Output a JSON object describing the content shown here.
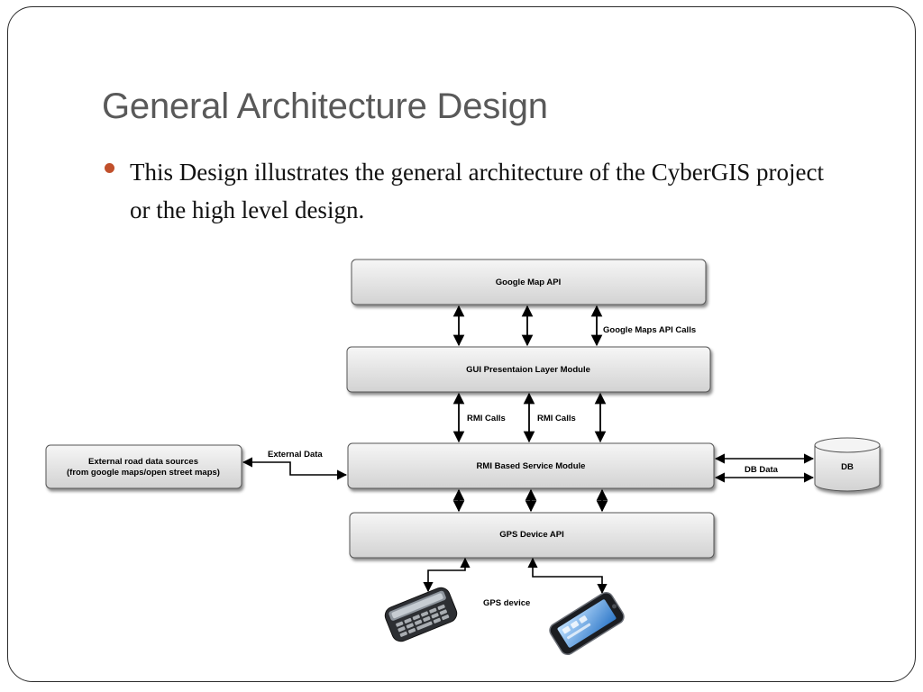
{
  "slide": {
    "title": "General Architecture Design",
    "bullet": "This Design illustrates the general architecture of the CyberGIS project or  the high level design.",
    "bullet_color": "#c1502b"
  },
  "diagram": {
    "boxes": {
      "google_map_api": "Google Map API",
      "gui_layer": "GUI Presentaion Layer Module",
      "rmi_service": "RMI Based Service Module",
      "gps_device_api": "GPS Device API",
      "external_sources_line1": "External road data sources",
      "external_sources_line2": "(from google maps/open street maps)",
      "db": "DB"
    },
    "edge_labels": {
      "google_maps_api_calls": "Google Maps API Calls",
      "rmi_calls_left": "RMI Calls",
      "rmi_calls_right": "RMI Calls",
      "external_data": "External Data",
      "db_data": "DB Data",
      "gps_device": "GPS device"
    },
    "icons": [
      "blackberry-phone-icon",
      "smartphone-icon"
    ],
    "colors": {
      "box_fill_top": "#f6f6f6",
      "box_fill_bottom": "#d2d2d2",
      "box_border": "#555555"
    }
  }
}
